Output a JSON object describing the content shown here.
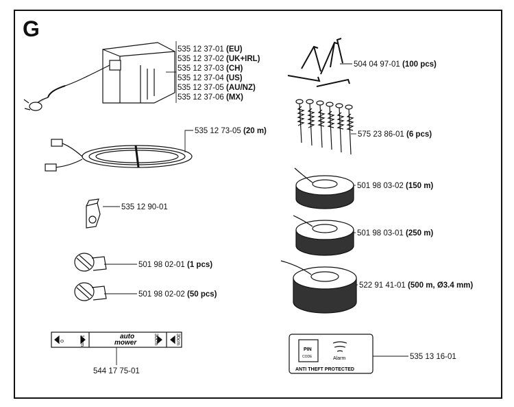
{
  "section": "G",
  "parts": {
    "transformer": [
      {
        "num": "535 12 37-01",
        "qual": "(EU)"
      },
      {
        "num": "535 12 37-02",
        "qual": "(UK+IRL)"
      },
      {
        "num": "535 12 37-03",
        "qual": "(CH)"
      },
      {
        "num": "535 12 37-04",
        "qual": "(US)"
      },
      {
        "num": "535 12 37-05",
        "qual": "(AU/NZ)"
      },
      {
        "num": "535 12 37-06",
        "qual": "(MX)"
      }
    ],
    "cable": {
      "num": "535 12 73-05",
      "qual": "(20 m)"
    },
    "connector": {
      "num": "535 12 90-01",
      "qual": ""
    },
    "coupler_1": {
      "num": "501 98 02-01",
      "qual": "(1 pcs)"
    },
    "coupler_50": {
      "num": "501 98 02-02",
      "qual": "(50 pcs)"
    },
    "gauge": {
      "num": "544 17 75-01",
      "text_a": "0",
      "text_b": "10cm",
      "text_c": "auto",
      "text_d": "mower",
      "text_e": "30cm",
      "text_f": "30cm"
    },
    "pegs": {
      "num": "504 04 97-01",
      "qual": "(100 pcs)"
    },
    "screws": {
      "num": "575 23 86-01",
      "qual": "(6 pcs)"
    },
    "wire_150": {
      "num": "501 98 03-02",
      "qual": "(150 m)"
    },
    "wire_250": {
      "num": "501 98 03-01",
      "qual": "(250 m)"
    },
    "wire_500": {
      "num": "522 91 41-01",
      "qual": "(500 m, Ø3.4 mm)"
    },
    "sticker": {
      "num": "535 13 16-01",
      "pin": "PIN",
      "code": "CODE",
      "alarm": "Alarm",
      "caption": "ANTI THEFT PROTECTED"
    }
  }
}
